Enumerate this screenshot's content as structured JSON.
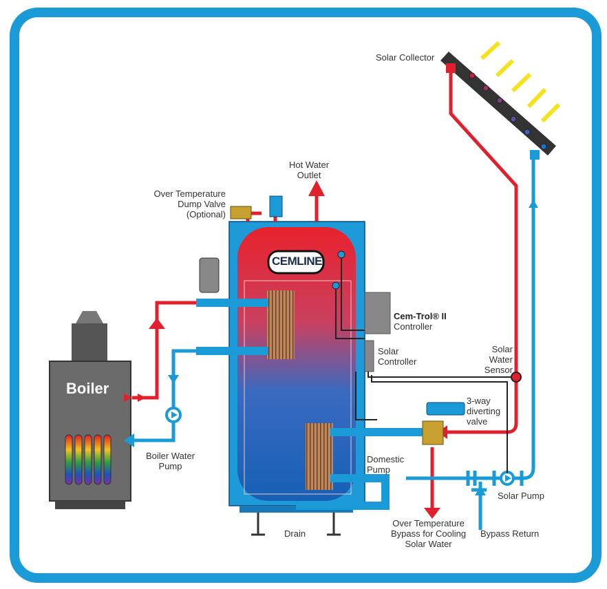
{
  "diagram": {
    "brand_logo": "CEMLINE",
    "boiler_label": "Boiler",
    "labels": {
      "solar_collector": "Solar Collector",
      "hot_water_outlet": [
        "Hot Water",
        "Outlet"
      ],
      "dump_valve": [
        "Over Temperature",
        "Dump Valve",
        "(Optional)"
      ],
      "cemtrol_name": "Cem-Trol® II",
      "cemtrol_sub": "Controller",
      "solar_controller": [
        "Solar",
        "Controller"
      ],
      "solar_water_sensor": [
        "Solar",
        "Water",
        "Sensor"
      ],
      "diverting_valve": [
        "3-way",
        "diverting",
        "valve"
      ],
      "domestic_pump": [
        "Domestic",
        "Pump"
      ],
      "boiler_pump": [
        "Boiler Water",
        "Pump"
      ],
      "solar_pump": "Solar Pump",
      "bypass_return": "Bypass Return",
      "drain": "Drain",
      "over_temp_bypass": [
        "Over Temperature",
        "Bypass for Cooling",
        "Solar Water"
      ]
    },
    "colors": {
      "frame": "#1a9ad6",
      "hot": "#e0202c",
      "cold": "#1a9ad6",
      "tank_blue": "#1f8fcf",
      "boiler_gray": "#6b6b6b",
      "sun_arrows": "#f5e21a",
      "hx_copper": "#b07850"
    }
  }
}
